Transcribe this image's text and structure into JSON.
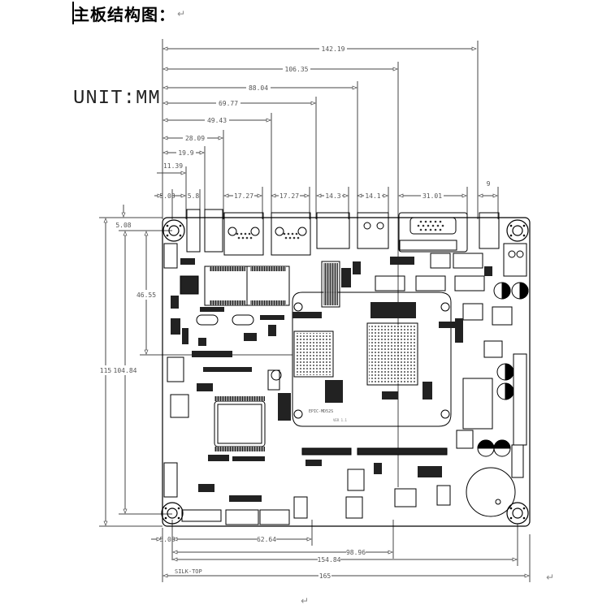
{
  "document": {
    "title": "主板结构图：",
    "paragraph_mark": "↵",
    "unit_label": "UNIT:MM",
    "silk_label": "SILK-TOP"
  },
  "board": {
    "model_label": "EPIC-MD52S",
    "sub_label": "VER 1.1",
    "colors": {
      "line": "#000000",
      "dim_line": "#444444",
      "dim_text": "#555555",
      "background": "#ffffff"
    }
  },
  "dimensions": {
    "top": [
      {
        "label": "142.19"
      },
      {
        "label": "106.35"
      },
      {
        "label": "88.04"
      },
      {
        "label": "69.77"
      },
      {
        "label": "49.43"
      },
      {
        "label": "28.09"
      },
      {
        "label": "19.9"
      },
      {
        "label": "11.39"
      }
    ],
    "connector_widths": [
      {
        "label": "5.08"
      },
      {
        "label": "5.8"
      },
      {
        "label": "17.27"
      },
      {
        "label": "17.27"
      },
      {
        "label": "14.3"
      },
      {
        "label": "14.1"
      },
      {
        "label": "31.01"
      },
      {
        "label": "9"
      }
    ],
    "left": [
      {
        "label": "5.08"
      },
      {
        "label": "46.55"
      },
      {
        "label": "104.84"
      },
      {
        "label": "115"
      }
    ],
    "bottom": [
      {
        "label": "5.08"
      },
      {
        "label": "62.64"
      },
      {
        "label": "98.96"
      },
      {
        "label": "154.84"
      },
      {
        "label": "165"
      }
    ]
  }
}
